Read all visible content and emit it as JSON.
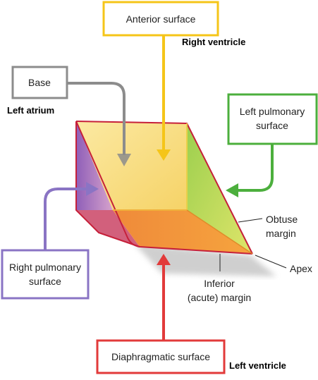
{
  "labels": {
    "anterior_surface": "Anterior surface",
    "right_ventricle": "Right ventricle",
    "base": "Base",
    "left_atrium": "Left atrium",
    "left_pulmonary_line1": "Left pulmonary",
    "left_pulmonary_line2": "surface",
    "obtuse_line1": "Obtuse",
    "obtuse_line2": "margin",
    "apex": "Apex",
    "right_pulmonary_line1": "Right pulmonary",
    "right_pulmonary_line2": "surface",
    "inferior_line1": "Inferior",
    "inferior_line2": "(acute) margin",
    "diaphragmatic_surface": "Diaphragmatic surface",
    "left_ventricle": "Left ventricle"
  },
  "colors": {
    "anterior": "#f5c518",
    "base": "#8c8c8c",
    "left_pulmonary": "#4caf3d",
    "right_pulmonary": "#8a74c4",
    "diaphragmatic": "#e23a3a",
    "margin_line": "#c6203a"
  }
}
